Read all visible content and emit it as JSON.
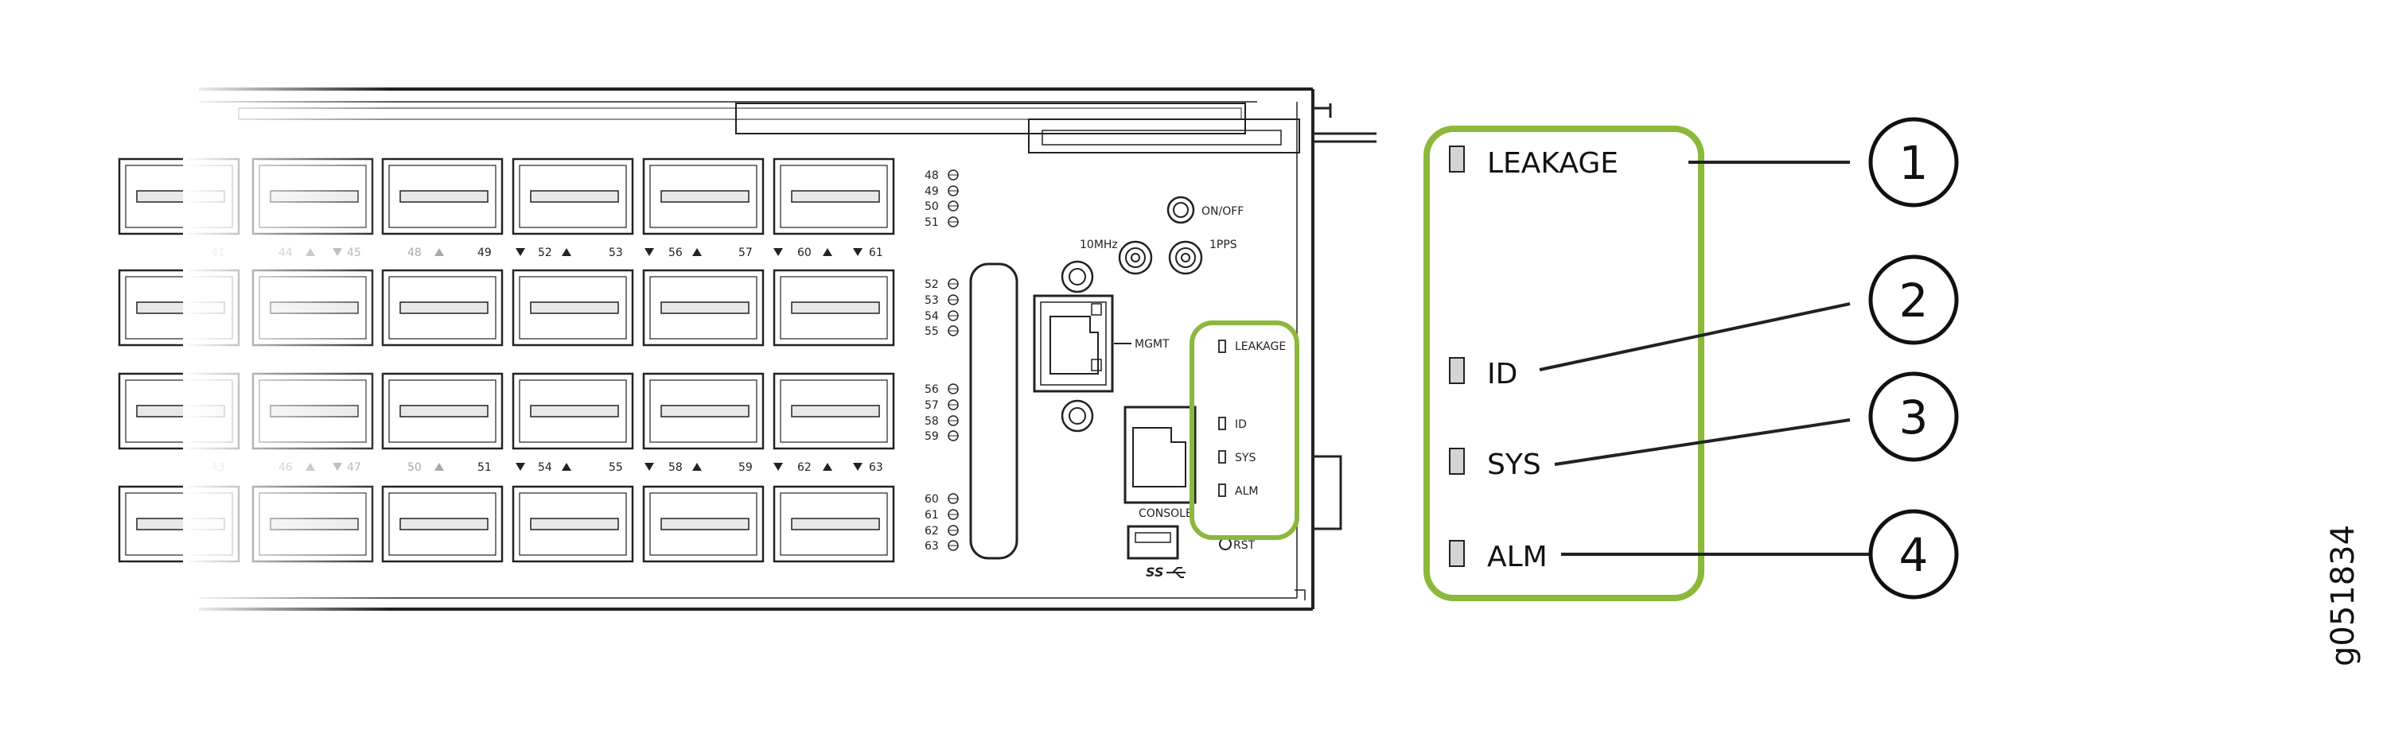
{
  "colors": {
    "highlight": "#8cb83c",
    "ink": "#222222",
    "led_fill": "#d4d4d4"
  },
  "port_labels": {
    "row1": [
      "41",
      "44",
      "45",
      "48",
      "49",
      "52",
      "53",
      "56",
      "57",
      "60",
      "61"
    ],
    "row2": [
      "43",
      "46",
      "47",
      "50",
      "51",
      "54",
      "55",
      "58",
      "59",
      "62",
      "63"
    ]
  },
  "led_groups": [
    [
      "48",
      "49",
      "50",
      "51"
    ],
    [
      "52",
      "53",
      "54",
      "55"
    ],
    [
      "56",
      "57",
      "58",
      "59"
    ],
    [
      "60",
      "61",
      "62",
      "63"
    ]
  ],
  "panel": {
    "on_off": "ON/OFF",
    "tenmhz": "10MHz",
    "onepps": "1PPS",
    "mgmt": "MGMT",
    "console": "CONSOLE",
    "rst": "RST",
    "usb_logo": "SS",
    "small_leds": [
      "LEAKAGE",
      "ID",
      "SYS",
      "ALM"
    ]
  },
  "callouts": [
    {
      "number": "1",
      "label": "LEAKAGE"
    },
    {
      "number": "2",
      "label": "ID"
    },
    {
      "number": "3",
      "label": "SYS"
    },
    {
      "number": "4",
      "label": "ALM"
    }
  ],
  "figure_id": "g051834"
}
